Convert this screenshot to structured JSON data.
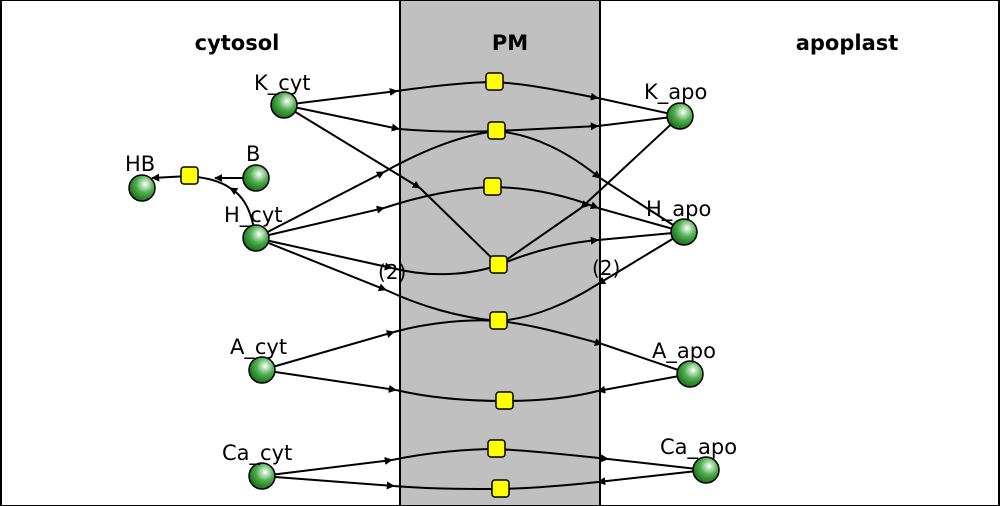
{
  "regions": {
    "cytosol": "cytosol",
    "membrane": "PM",
    "apoplast": "apoplast"
  },
  "species": {
    "K_cyt": "K_cyt",
    "K_apo": "K_apo",
    "HB": "HB",
    "B": "B",
    "H_cyt": "H_cyt",
    "H_apo": "H_apo",
    "A_cyt": "A_cyt",
    "A_apo": "A_apo",
    "Ca_cyt": "Ca_cyt",
    "Ca_apo": "Ca_apo"
  },
  "stoichiometry": {
    "left": "(2)",
    "right": "(2)"
  },
  "colors": {
    "membrane_fill": "#c0c0c0",
    "transporter_fill": "#ffff00",
    "species_fill_dark": "#0b6d0b",
    "species_fill_light": "#ffffff"
  }
}
